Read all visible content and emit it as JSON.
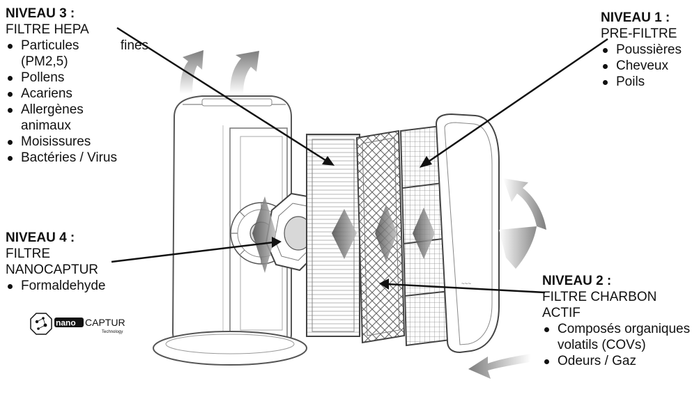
{
  "levels": [
    {
      "title": "NIVEAU 3 :",
      "subtitle": "FILTRE HEPA",
      "items": [
        "Particules fines (PM2,5)",
        "Pollens",
        "Acariens",
        "Allergènes animaux",
        "Moisissures",
        "Bactéries / Virus"
      ]
    },
    {
      "title": "NIVEAU 1 :",
      "subtitle": "PRE-FILTRE",
      "items": [
        "Poussières",
        "Cheveux",
        "Poils"
      ]
    },
    {
      "title": "NIVEAU 4 :",
      "subtitle": "FILTRE NANOCAPTUR",
      "items": [
        "Formaldehyde"
      ]
    },
    {
      "title": "NIVEAU 2 :",
      "subtitle": "FILTRE CHARBON ACTIF",
      "items": [
        "Composés organiques volatils (COVs)",
        "Odeurs / Gaz"
      ]
    }
  ],
  "logo": {
    "brand_text": "nanoCAPTUR",
    "tagline": "Technology"
  },
  "colors": {
    "ink": "#111111",
    "airflow_arrow": "#8a8a8a",
    "device_outline": "#555555"
  }
}
